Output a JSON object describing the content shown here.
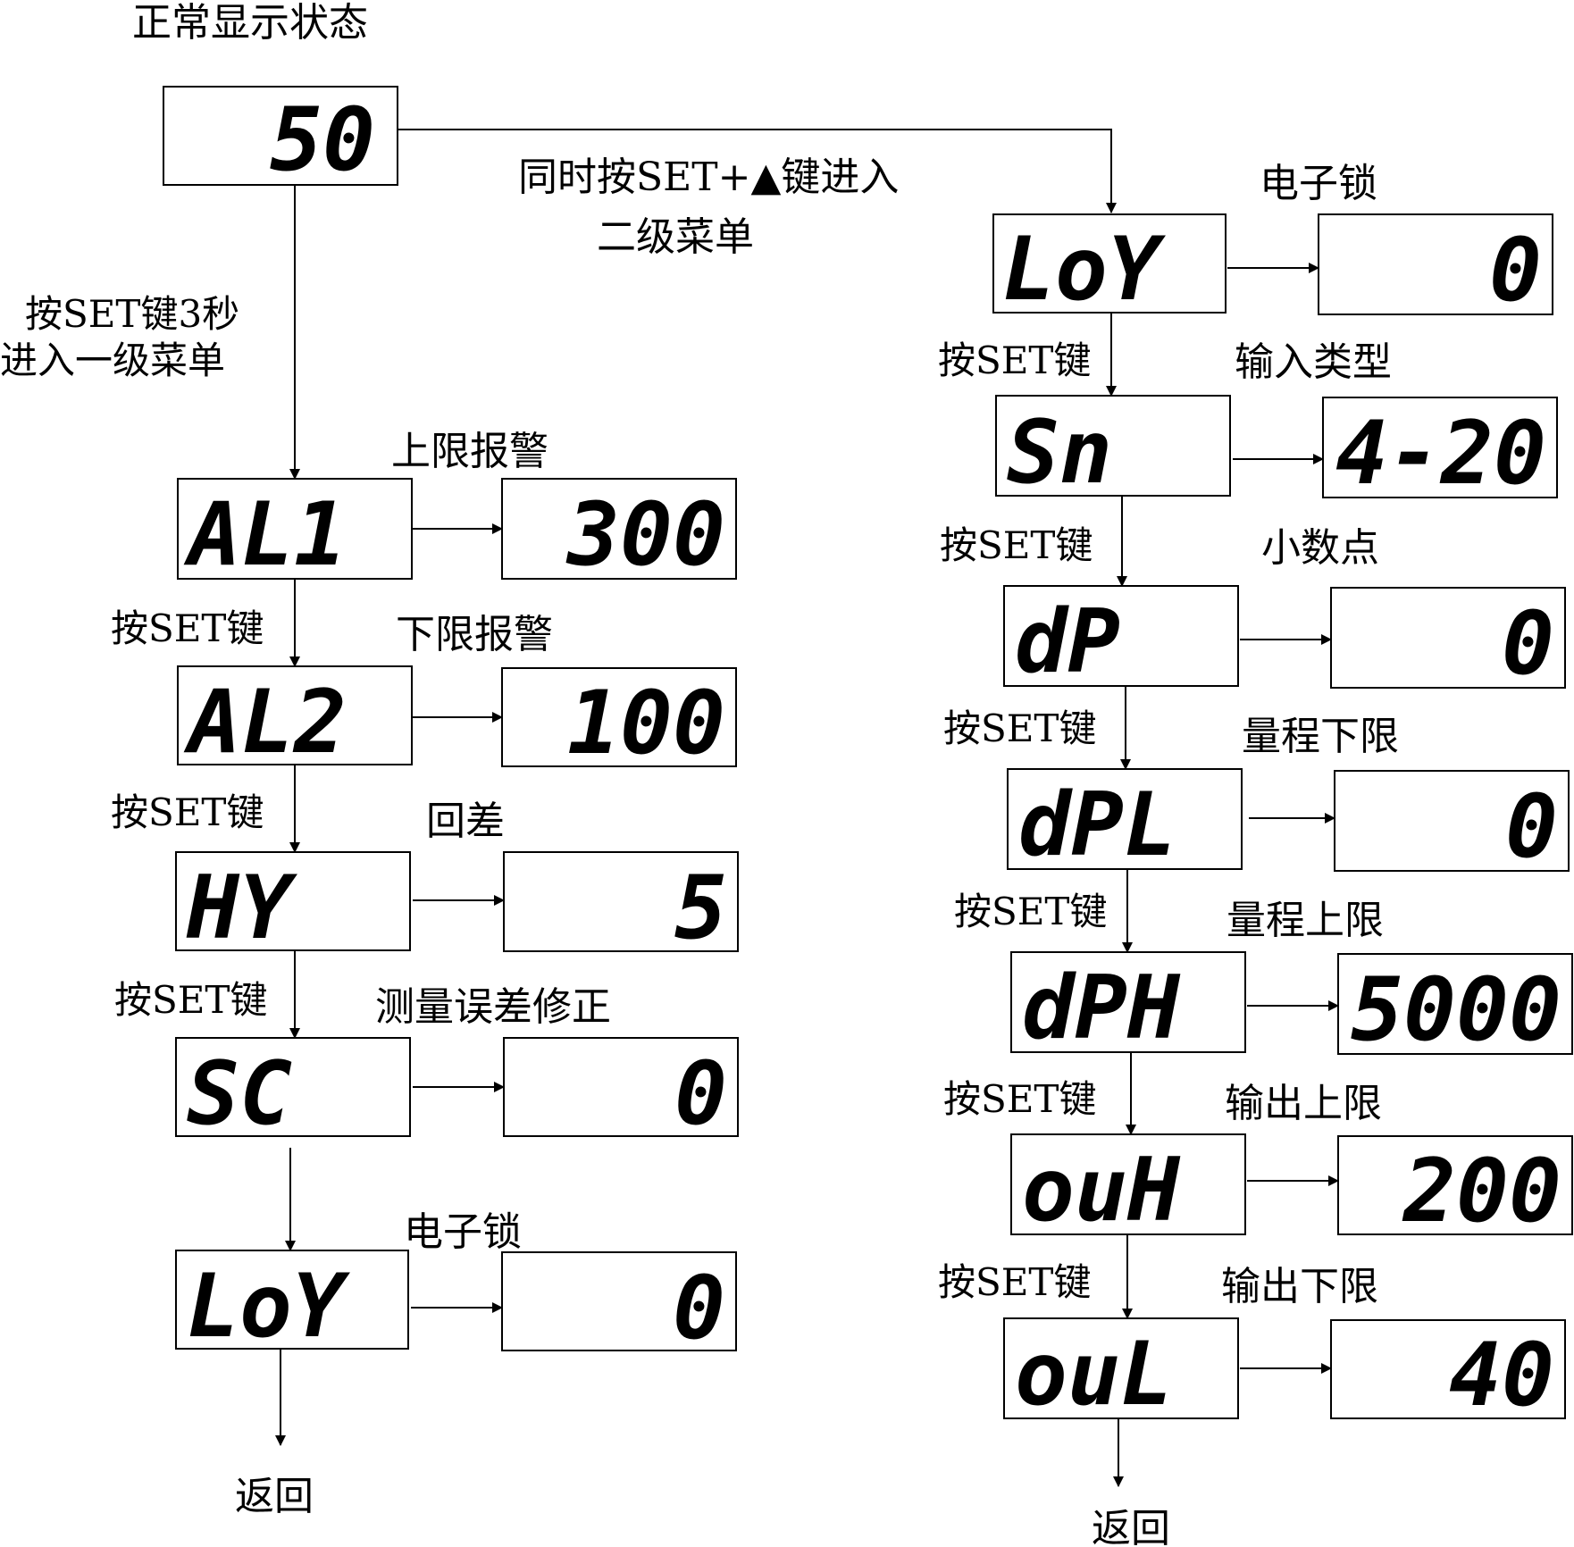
{
  "top_label": "正常显示状态",
  "start_display": "50",
  "level1_entry": [
    "按SET键3秒",
    "进入一级菜单"
  ],
  "level2_entry": [
    "同时按SET+▲键进入",
    "二级菜单"
  ],
  "step_key": "按SET键",
  "return_label": "返回",
  "level1_items": [
    {
      "caption": "上限报警",
      "param": "AL1",
      "value": "300"
    },
    {
      "caption": "下限报警",
      "param": "AL2",
      "value": "100"
    },
    {
      "caption": "回差",
      "param": "HY",
      "value": "5"
    },
    {
      "caption": "测量误差修正",
      "param": "SC",
      "value": "0"
    },
    {
      "caption": "电子锁",
      "param": "LoY",
      "value": "0"
    }
  ],
  "level2_items": [
    {
      "caption": "电子锁",
      "param": "LoY",
      "value": "0"
    },
    {
      "caption": "输入类型",
      "param": "Sn",
      "value": "4-20"
    },
    {
      "caption": "小数点",
      "param": "dP",
      "value": "0"
    },
    {
      "caption": "量程下限",
      "param": "dPL",
      "value": "0"
    },
    {
      "caption": "量程上限",
      "param": "dPH",
      "value": "5000"
    },
    {
      "caption": "输出上限",
      "param": "ouH",
      "value": "200"
    },
    {
      "caption": "输出下限",
      "param": "ouL",
      "value": "40"
    }
  ]
}
